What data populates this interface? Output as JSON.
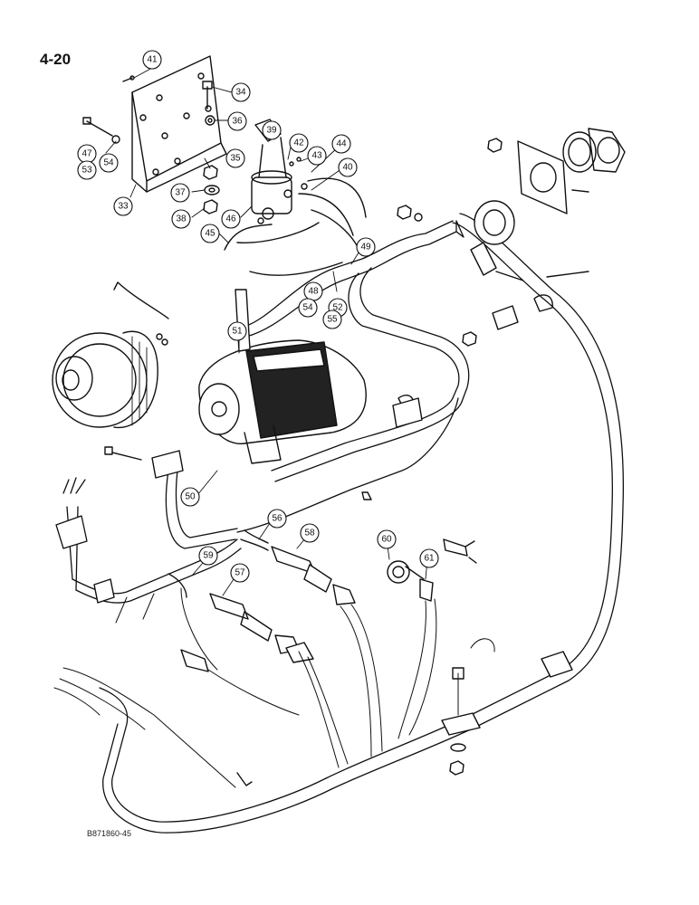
{
  "page": {
    "number": "4-20",
    "figure_code": "B871860-45"
  },
  "callouts": {
    "c41": "41",
    "c34": "34",
    "c36": "36",
    "c47": "47",
    "c53": "53",
    "c54a": "54",
    "c35": "35",
    "c37": "37",
    "c38": "38",
    "c33": "33",
    "c39": "39",
    "c42": "42",
    "c43": "43",
    "c44": "44",
    "c40": "40",
    "c46": "46",
    "c45": "45",
    "c49": "49",
    "c48": "48",
    "c54b": "54",
    "c52": "52",
    "c55": "55",
    "c51": "51",
    "c50": "50",
    "c56": "56",
    "c58": "58",
    "c60": "60",
    "c61": "61",
    "c59": "59",
    "c57": "57"
  }
}
